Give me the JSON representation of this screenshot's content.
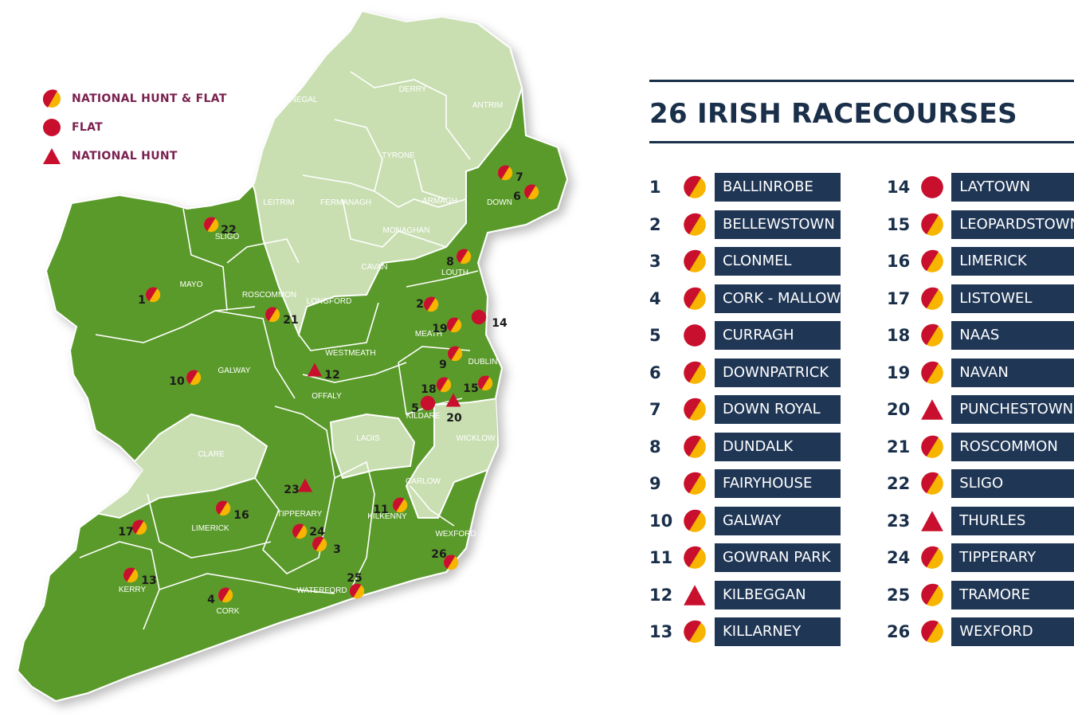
{
  "title": "26 IRISH RACECOURSES",
  "legend": [
    {
      "type": "nh_flat",
      "label": "NATIONAL HUNT & FLAT"
    },
    {
      "type": "flat",
      "label": "FLAT"
    },
    {
      "type": "nh",
      "label": "NATIONAL HUNT"
    }
  ],
  "colors": {
    "republic": "#5a9a2a",
    "north": "#c9dfb2",
    "red": "#c8102e",
    "yellow": "#f7b500",
    "navy": "#1f3655",
    "legend_text": "#7a2150"
  },
  "counties": [
    {
      "name": "DONEGAL"
    },
    {
      "name": "DERRY"
    },
    {
      "name": "ANTRIM"
    },
    {
      "name": "TYRONE"
    },
    {
      "name": "LEITRIM"
    },
    {
      "name": "FERMANAGH"
    },
    {
      "name": "ARMAGH"
    },
    {
      "name": "DOWN"
    },
    {
      "name": "SLIGO"
    },
    {
      "name": "MONAGHAN"
    },
    {
      "name": "MAYO"
    },
    {
      "name": "CAVAN"
    },
    {
      "name": "LOUTH"
    },
    {
      "name": "ROSCOMMON"
    },
    {
      "name": "LONGFORD"
    },
    {
      "name": "MEATH"
    },
    {
      "name": "WESTMEATH"
    },
    {
      "name": "DUBLIN"
    },
    {
      "name": "GALWAY"
    },
    {
      "name": "OFFALY"
    },
    {
      "name": "KILDARE"
    },
    {
      "name": "LAOIS"
    },
    {
      "name": "WICKLOW"
    },
    {
      "name": "CLARE"
    },
    {
      "name": "CARLOW"
    },
    {
      "name": "TIPPERARY"
    },
    {
      "name": "KILKENNY"
    },
    {
      "name": "LIMERICK"
    },
    {
      "name": "WEXFORD"
    },
    {
      "name": "KERRY"
    },
    {
      "name": "WATERFORD"
    },
    {
      "name": "CORK"
    }
  ],
  "racecourses": [
    {
      "n": "1",
      "name": "BALLINROBE",
      "type": "nh_flat"
    },
    {
      "n": "2",
      "name": "BELLEWSTOWN",
      "type": "nh_flat"
    },
    {
      "n": "3",
      "name": "CLONMEL",
      "type": "nh_flat"
    },
    {
      "n": "4",
      "name": "CORK - MALLOW",
      "type": "nh_flat"
    },
    {
      "n": "5",
      "name": "CURRAGH",
      "type": "flat"
    },
    {
      "n": "6",
      "name": "DOWNPATRICK",
      "type": "nh_flat"
    },
    {
      "n": "7",
      "name": "DOWN ROYAL",
      "type": "nh_flat"
    },
    {
      "n": "8",
      "name": "DUNDALK",
      "type": "nh_flat"
    },
    {
      "n": "9",
      "name": "FAIRYHOUSE",
      "type": "nh_flat"
    },
    {
      "n": "10",
      "name": "GALWAY",
      "type": "nh_flat"
    },
    {
      "n": "11",
      "name": "GOWRAN PARK",
      "type": "nh_flat"
    },
    {
      "n": "12",
      "name": "KILBEGGAN",
      "type": "nh"
    },
    {
      "n": "13",
      "name": "KILLARNEY",
      "type": "nh_flat"
    },
    {
      "n": "14",
      "name": "LAYTOWN",
      "type": "flat"
    },
    {
      "n": "15",
      "name": "LEOPARDSTOWN",
      "type": "nh_flat"
    },
    {
      "n": "16",
      "name": "LIMERICK",
      "type": "nh_flat"
    },
    {
      "n": "17",
      "name": "LISTOWEL",
      "type": "nh_flat"
    },
    {
      "n": "18",
      "name": "NAAS",
      "type": "nh_flat"
    },
    {
      "n": "19",
      "name": "NAVAN",
      "type": "nh_flat"
    },
    {
      "n": "20",
      "name": "PUNCHESTOWN",
      "type": "nh"
    },
    {
      "n": "21",
      "name": "ROSCOMMON",
      "type": "nh_flat"
    },
    {
      "n": "22",
      "name": "SLIGO",
      "type": "nh_flat"
    },
    {
      "n": "23",
      "name": "THURLES",
      "type": "nh"
    },
    {
      "n": "24",
      "name": "TIPPERARY",
      "type": "nh_flat"
    },
    {
      "n": "25",
      "name": "TRAMORE",
      "type": "nh_flat"
    },
    {
      "n": "26",
      "name": "WEXFORD",
      "type": "nh_flat"
    }
  ]
}
